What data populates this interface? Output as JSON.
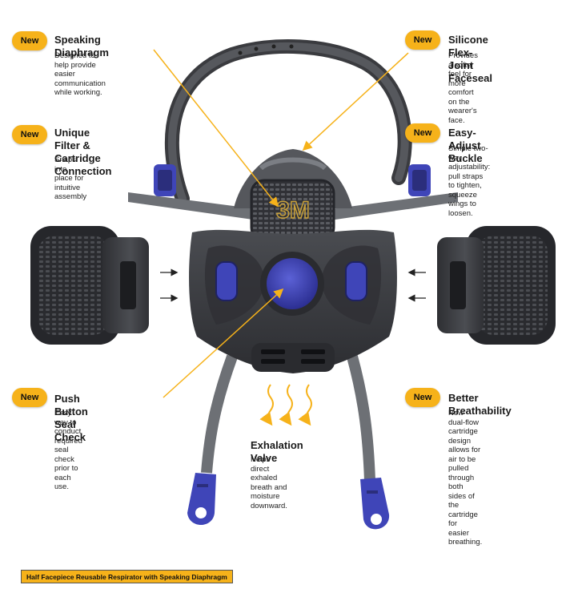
{
  "new_badge": "New",
  "callouts": {
    "speaking_diaphragm": {
      "title": "Speaking Diaphragm",
      "desc": "Designed to help provide\neasier communication\nwhile working."
    },
    "filter_connection": {
      "title": "Unique Filter &\nCartridge Connection",
      "desc": "Snaps into place for\nintuitive assembly"
    },
    "faceseal": {
      "title": "Silicone Flex-Joint Faceseal",
      "desc": "Provides a softer feel for more\ncomfort on the wearer's face."
    },
    "buckle": {
      "title": "Easy-Adjust Buckle",
      "desc": "Simple two-way adjustability:\npull straps to tighten, squeeze\nwings to loosen."
    },
    "seal_check": {
      "title": "Push Button Seal Check",
      "desc": "Easy way to conduct required\nseal check prior to each use."
    },
    "exhalation": {
      "title": "Exhalation Valve",
      "desc": "Helps direct exhaled\nbreath and moisture\ndownward."
    },
    "breathability": {
      "title": "Better Breathability",
      "desc": "New dual-flow cartridge design\nallows for air to be pulled through\nboth sides of the cartridge for\neasier breathing."
    }
  },
  "logo_text": "3M",
  "footer": "Half Facepiece Reusable Respirator with Speaking Diaphragm",
  "colors": {
    "accent": "#f6b21a",
    "mask_dark": "#3c3e42",
    "strap": "#6d7075",
    "button_blue": "#3f45b8"
  }
}
